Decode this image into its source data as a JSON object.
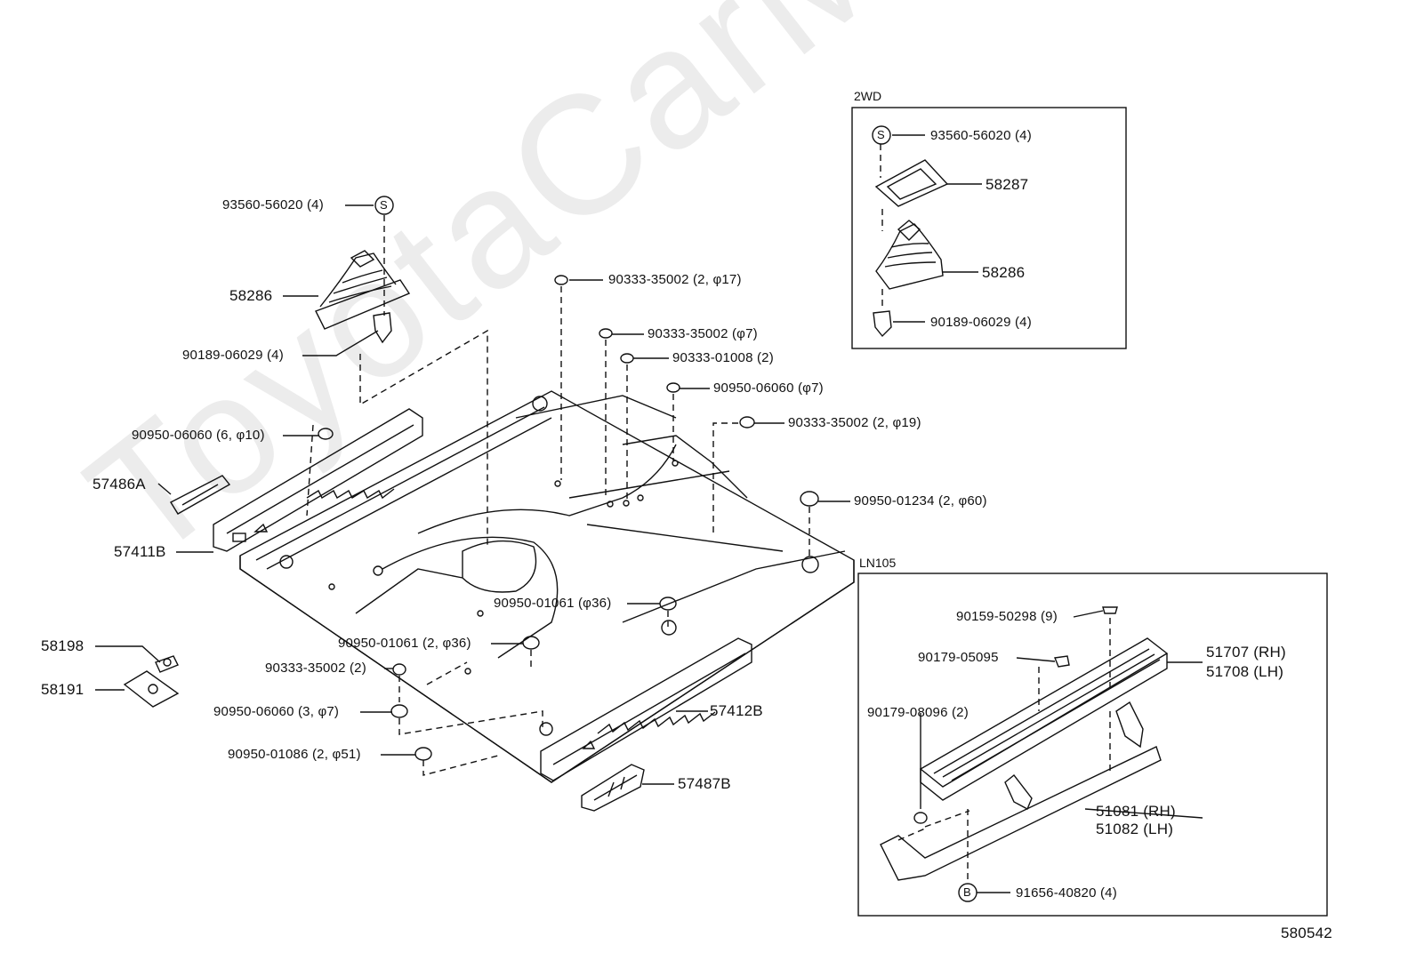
{
  "watermark": "ToyotaCarMine.ru",
  "figure_id": "580542",
  "boxes": {
    "wd2": {
      "title": "2WD"
    },
    "ln105": {
      "title": "LN105"
    }
  },
  "labels": {
    "l_93560_main": "93560-56020 (4)",
    "l_58286_main": "58286",
    "l_90189_main": "90189-06029 (4)",
    "l_90950_06060_6": "90950-06060 (6, φ10)",
    "l_57486A": "57486A",
    "l_57411B": "57411B",
    "l_58198": "58198",
    "l_58191": "58191",
    "l_90333_35002_17": "90333-35002 (2, φ17)",
    "l_90333_35002_7": "90333-35002 (φ7)",
    "l_90333_01008": "90333-01008 (2)",
    "l_90950_06060_7": "90950-06060 (φ7)",
    "l_90333_35002_19": "90333-35002 (2, φ19)",
    "l_90950_01234": "90950-01234 (2, φ60)",
    "l_90950_01061_36": "90950-01061 (φ36)",
    "l_90950_01061_2_36": "90950-01061 (2, φ36)",
    "l_90333_35002_2": "90333-35002 (2)",
    "l_90950_06060_3": "90950-06060 (3, φ7)",
    "l_90950_01086": "90950-01086 (2, φ51)",
    "l_57412B": "57412B",
    "l_57487B": "57487B",
    "l_2wd_93560": "93560-56020 (4)",
    "l_2wd_58287": "58287",
    "l_2wd_58286": "58286",
    "l_2wd_90189": "90189-06029 (4)",
    "l_ln_90159": "90159-50298 (9)",
    "l_ln_90179_05095": "90179-05095",
    "l_ln_90179_08096": "90179-08096 (2)",
    "l_ln_51707": "51707 (RH)",
    "l_ln_51708": "51708 (LH)",
    "l_ln_51081": "51081 (RH)",
    "l_ln_51082": "51082 (LH)",
    "l_ln_91656": "91656-40820 (4)"
  },
  "symbols": {
    "s": "S",
    "b": "B"
  },
  "colors": {
    "line": "#111111",
    "watermark": "#ececec"
  }
}
